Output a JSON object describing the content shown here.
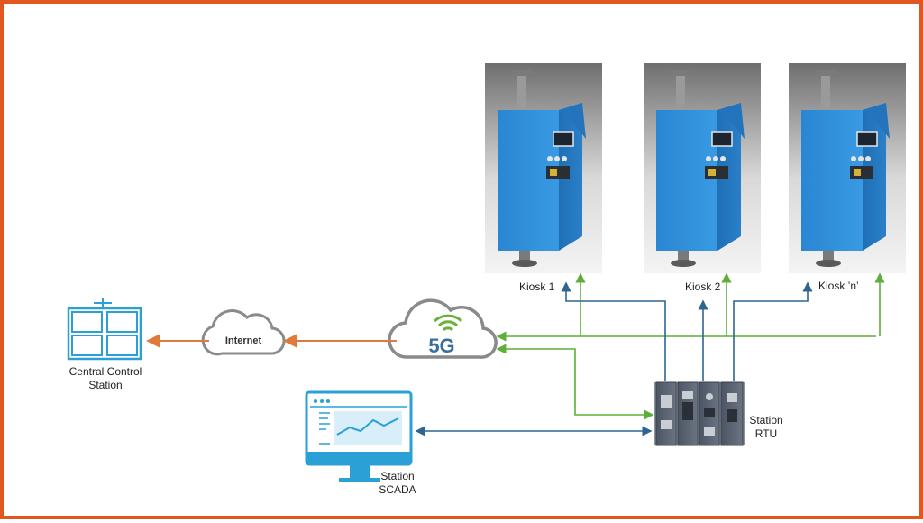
{
  "labels": {
    "central_control": [
      "Central Control",
      "Station"
    ],
    "internet": "Internet",
    "network_5g": "5G",
    "kiosk_1": "Kiosk 1",
    "kiosk_2": "Kiosk 2",
    "kiosk_n": "Kiosk ’n’",
    "station_rtu": [
      "Station",
      "RTU"
    ],
    "station_scada": [
      "Station",
      "SCADA"
    ]
  },
  "colors": {
    "frame": "#e2561f",
    "internet_link": "#e07a3a",
    "wireless_link": "#5fae3a",
    "wired_link": "#2f6690",
    "icon_blue": "#2aa0d6",
    "kiosk_body": "#2f8fd9",
    "cloud_outline": "#8a8a8a",
    "rtu_body": "#5a6472"
  }
}
